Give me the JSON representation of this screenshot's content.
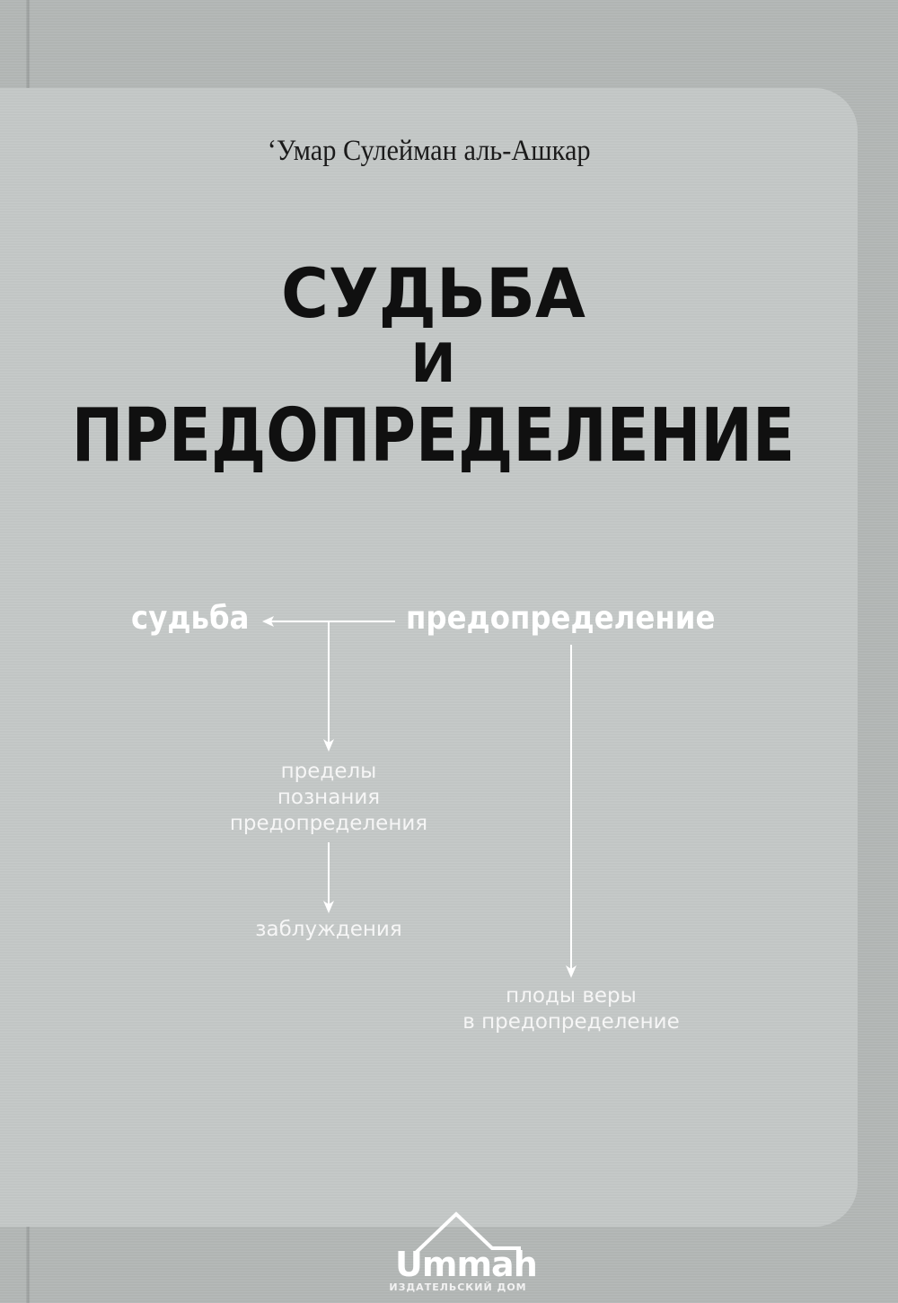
{
  "cover": {
    "author": "‘Умар Сулейман аль-Ашкар",
    "title": {
      "line1": "СУДЬБА",
      "line2": "И",
      "line3": "ПРЕДОПРЕДЕЛЕНИЕ"
    },
    "diagram": {
      "fate": "судьба",
      "predestination": "предопределение",
      "limits_of_knowledge": "пределы\nпознания\nпредопределения",
      "limits_lines": [
        "пределы",
        "познания",
        "предопределения"
      ],
      "errors": "заблуждения",
      "fruits_lines": [
        "плоды веры",
        "в предопределение"
      ]
    },
    "publisher": {
      "name": "Ummah",
      "subtitle": "ИЗДАТЕЛЬСКИЙ ДОМ"
    },
    "colors": {
      "background": "#b2b6b5",
      "panel": "#c3c7c6",
      "title_text": "#101010",
      "diagram_text": "#ffffff"
    }
  }
}
